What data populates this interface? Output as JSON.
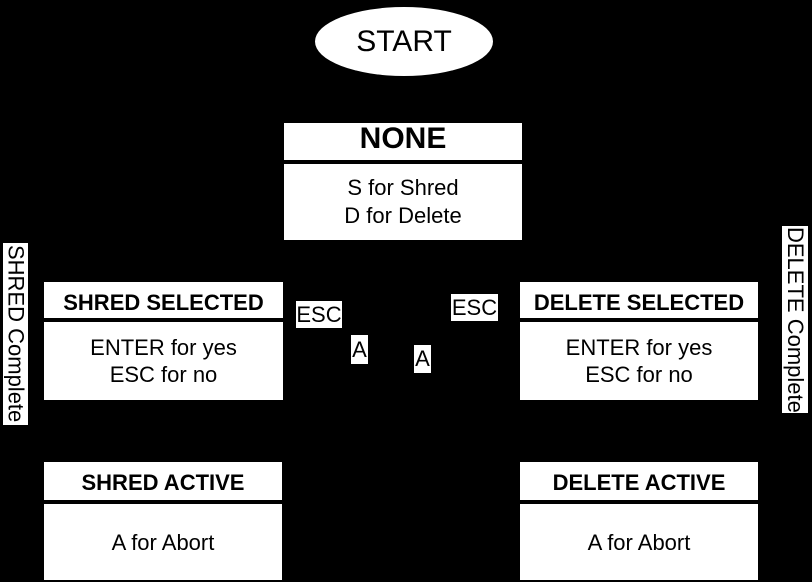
{
  "diagram": {
    "colors": {
      "background": "#000000",
      "node_fill": "#ffffff",
      "node_text": "#000000"
    },
    "start_node": {
      "label": "START"
    },
    "states": {
      "none": {
        "title": "NONE",
        "lines": [
          "S for Shred",
          "D for Delete"
        ]
      },
      "shred_selected": {
        "title": "SHRED SELECTED",
        "lines": [
          "ENTER for yes",
          "ESC for no"
        ]
      },
      "delete_selected": {
        "title": "DELETE SELECTED",
        "lines": [
          "ENTER for yes",
          "ESC for no"
        ]
      },
      "shred_active": {
        "title": "SHRED ACTIVE",
        "lines": [
          "A for Abort"
        ]
      },
      "delete_active": {
        "title": "DELETE ACTIVE",
        "lines": [
          "A for Abort"
        ]
      }
    },
    "edge_labels": {
      "esc_left": "ESC",
      "esc_right": "ESC",
      "a_left": "A",
      "a_right": "A",
      "shred_complete": "SHRED Complete",
      "delete_complete": "DELETE Complete"
    }
  }
}
